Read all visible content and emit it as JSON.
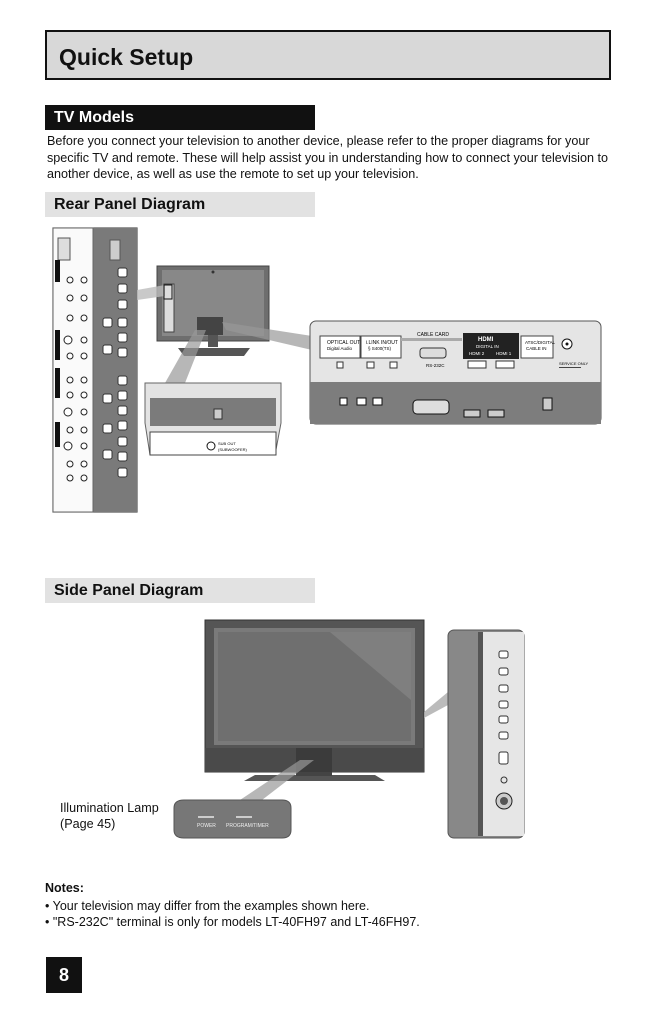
{
  "header": {
    "title": "Quick Setup"
  },
  "sections": {
    "tv_models": "TV Models",
    "rear_panel": "Rear Panel Diagram",
    "side_panel": "Side Panel Diagram"
  },
  "intro_text": "Before you connect your television to another device, please refer to the proper diagrams for your specific TV and remote. These will help assist you in understanding how to connect your television to another device, as well as use the remote to set up your television.",
  "rear_labels": {
    "optical_out": "OPTICAL OUT",
    "digital_audio": "Digital Audio",
    "ilink": "i.LINK IN/OUT",
    "ilink_sub": "§ S400(TS)",
    "cable_card": "CABLE CARD",
    "hdmi_logo": "HDMI",
    "digital_in": "DIGITAL IN",
    "hdmi2": "HDMI 2",
    "hdmi1": "HDMI 1",
    "rs232c": "RS-232C",
    "atsc": "ATSC/DIGITAL",
    "cable_in": "CABLE IN",
    "service_only": "SERVICE ONLY",
    "sub_out": "SUB OUT",
    "subwoofer": "(SUBWOOFER)"
  },
  "side_labels": {
    "power": "POWER",
    "program_timer": "PROGRAM/TIMER"
  },
  "illumination_lamp": {
    "line1": "Illumination Lamp",
    "line2": "(Page 45)"
  },
  "notes": {
    "heading": "Notes:",
    "items": [
      "•  Your television may differ from the examples shown here.",
      "•  \"RS-232C\" terminal is only for models LT-40FH97 and LT-46FH97."
    ]
  },
  "page_number": "8"
}
